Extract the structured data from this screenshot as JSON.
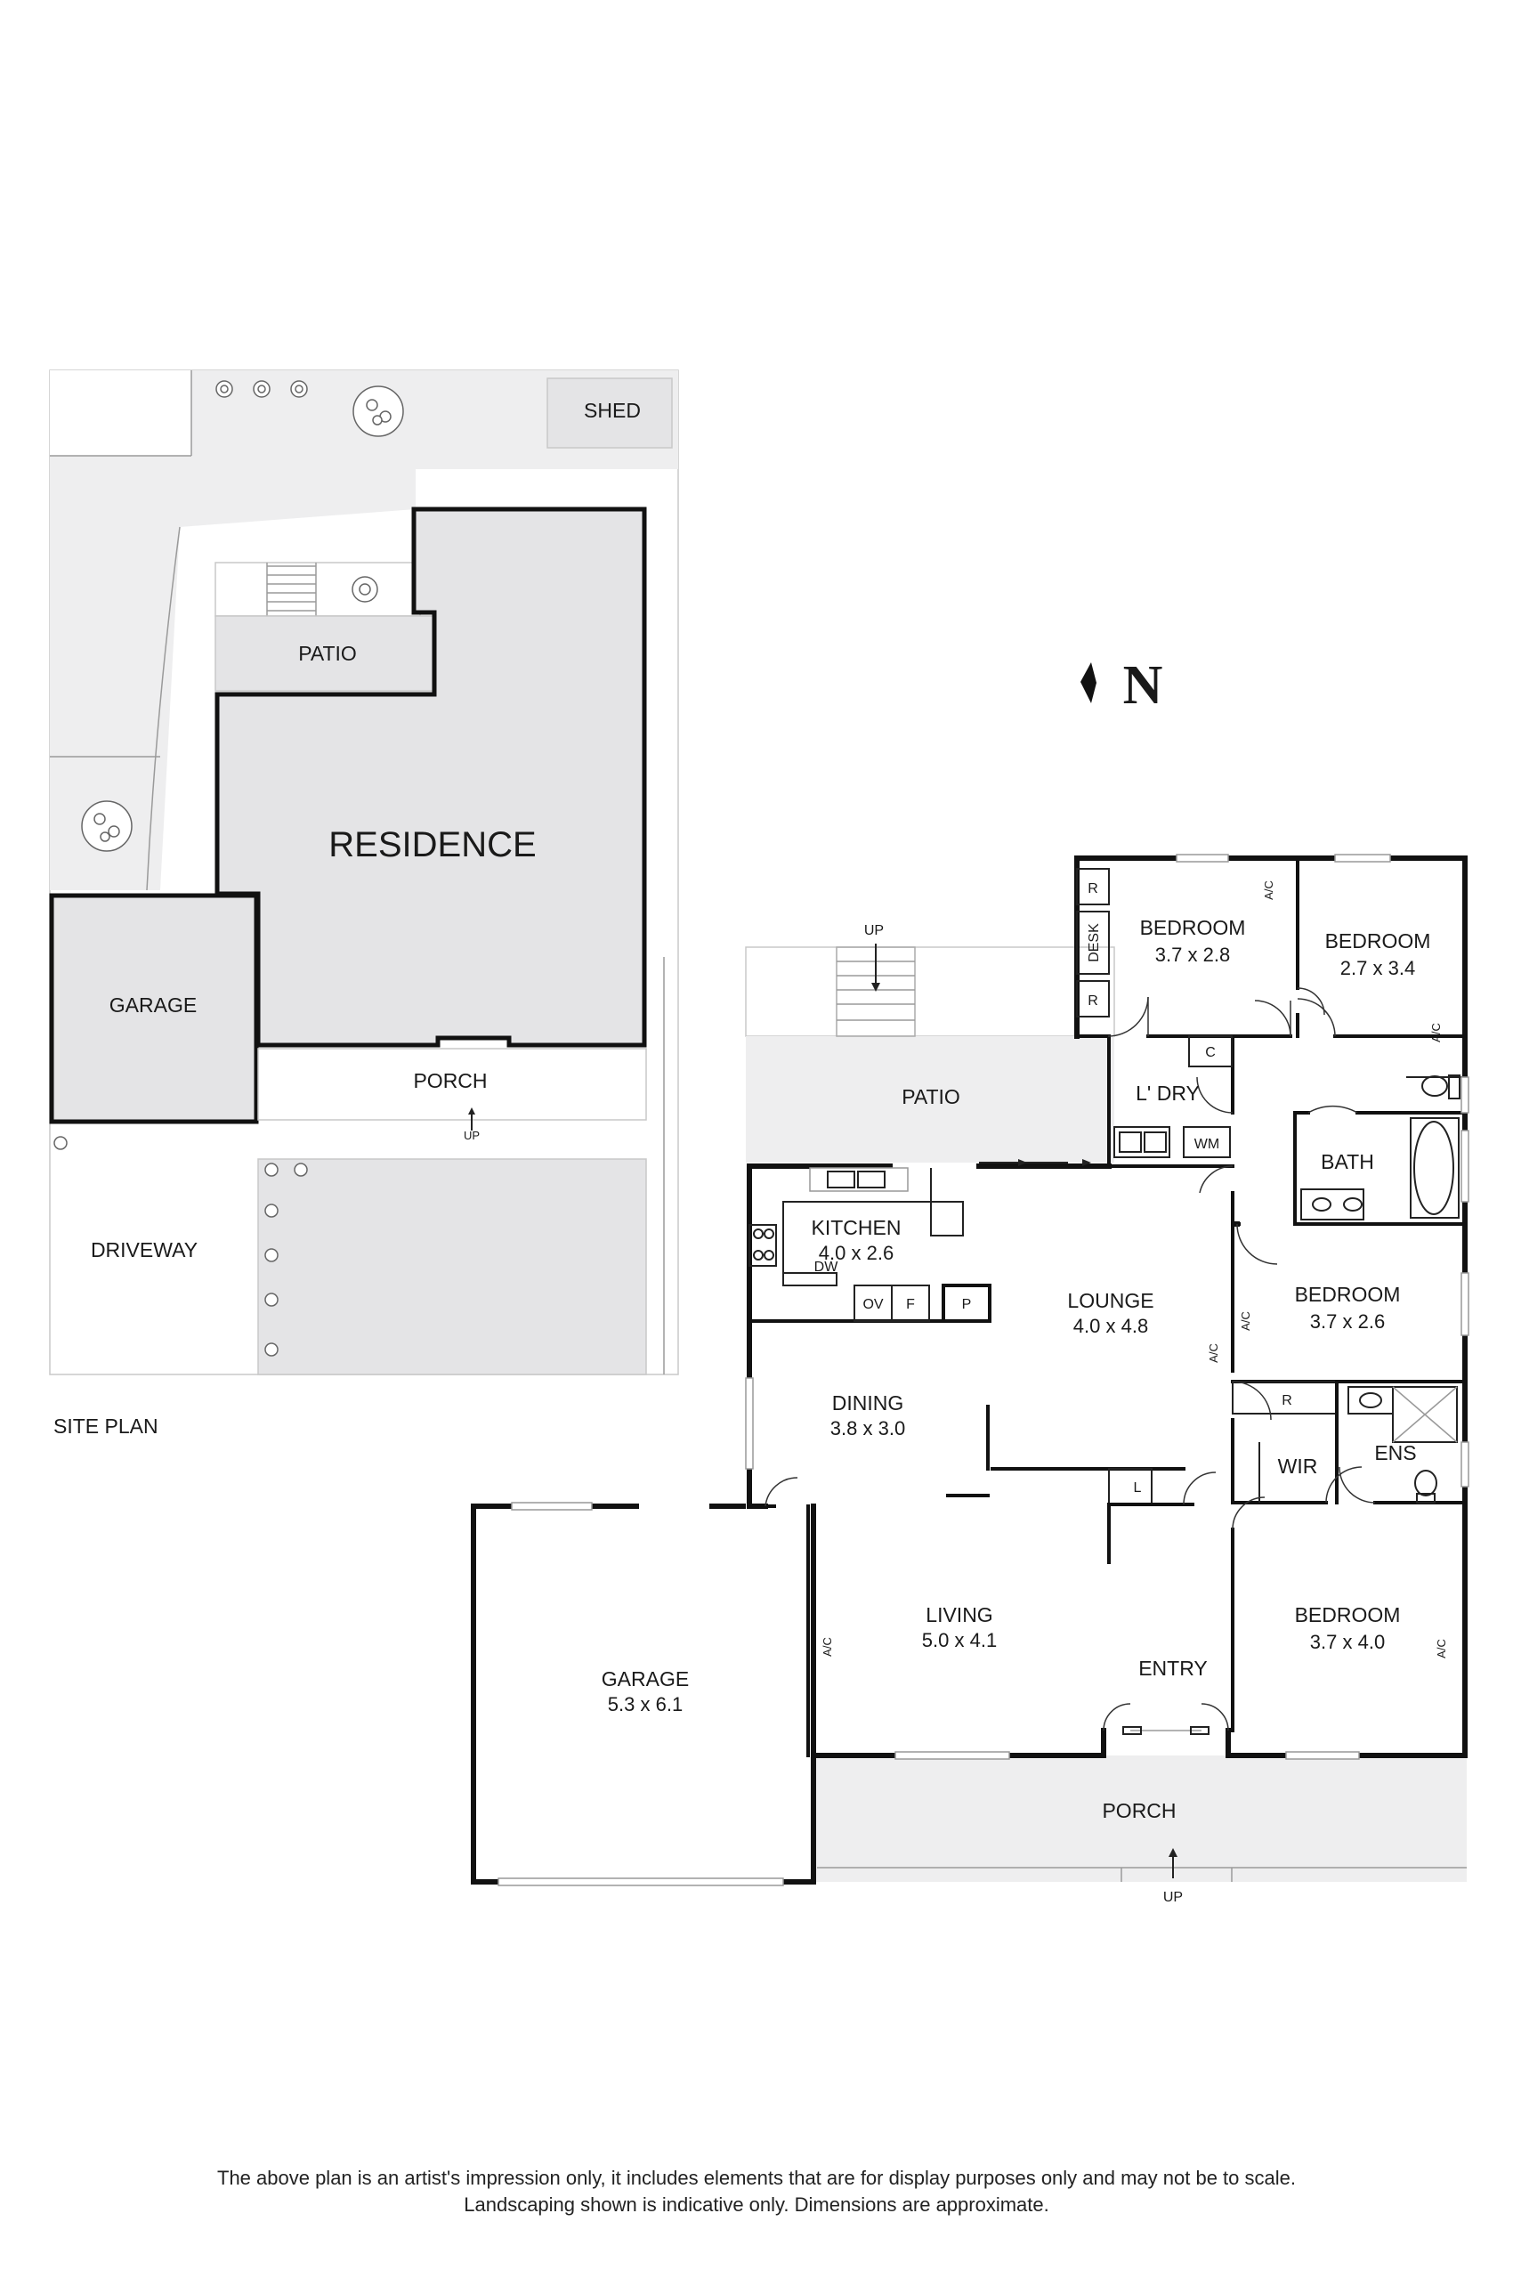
{
  "site_plan": {
    "title": "SITE PLAN",
    "shed": "SHED",
    "patio": "PATIO",
    "residence": "RESIDENCE",
    "garage": "GARAGE",
    "porch": "PORCH",
    "porch_up": "UP",
    "driveway": "DRIVEWAY"
  },
  "compass": {
    "letter": "N"
  },
  "floor_plan": {
    "rooms": {
      "bedroom1": {
        "name": "BEDROOM",
        "dims": "3.7 x 2.8"
      },
      "bedroom2": {
        "name": "BEDROOM",
        "dims": "2.7 x 3.4"
      },
      "bedroom3": {
        "name": "BEDROOM",
        "dims": "3.7 x 2.6"
      },
      "bedroom4": {
        "name": "BEDROOM",
        "dims": "3.7 x 4.0"
      },
      "kitchen": {
        "name": "KITCHEN",
        "dims": "4.0 x 2.6"
      },
      "lounge": {
        "name": "LOUNGE",
        "dims": "4.0 x 4.8"
      },
      "dining": {
        "name": "DINING",
        "dims": "3.8 x 3.0"
      },
      "living": {
        "name": "LIVING",
        "dims": "5.0 x 4.1"
      },
      "garage": {
        "name": "GARAGE",
        "dims": "5.3 x 6.1"
      },
      "patio": "PATIO",
      "porch": "PORCH",
      "entry": "ENTRY",
      "laundry": "L' DRY",
      "bath": "BATH",
      "wir": "WIR",
      "ens": "ENS"
    },
    "fixtures": {
      "robe": "R",
      "desk": "DESK",
      "cupboard": "C",
      "linen": "L",
      "wm": "WM",
      "dw": "DW",
      "ov": "OV",
      "fridge": "F",
      "pantry": "P",
      "ac": "A/C"
    },
    "stairs_up": "UP"
  },
  "disclaimer": {
    "line1": "The above plan is an artist's impression only, it includes elements that are for display purposes only and may not be to scale.",
    "line2": "Landscaping shown is indicative only. Dimensions are approximate."
  }
}
